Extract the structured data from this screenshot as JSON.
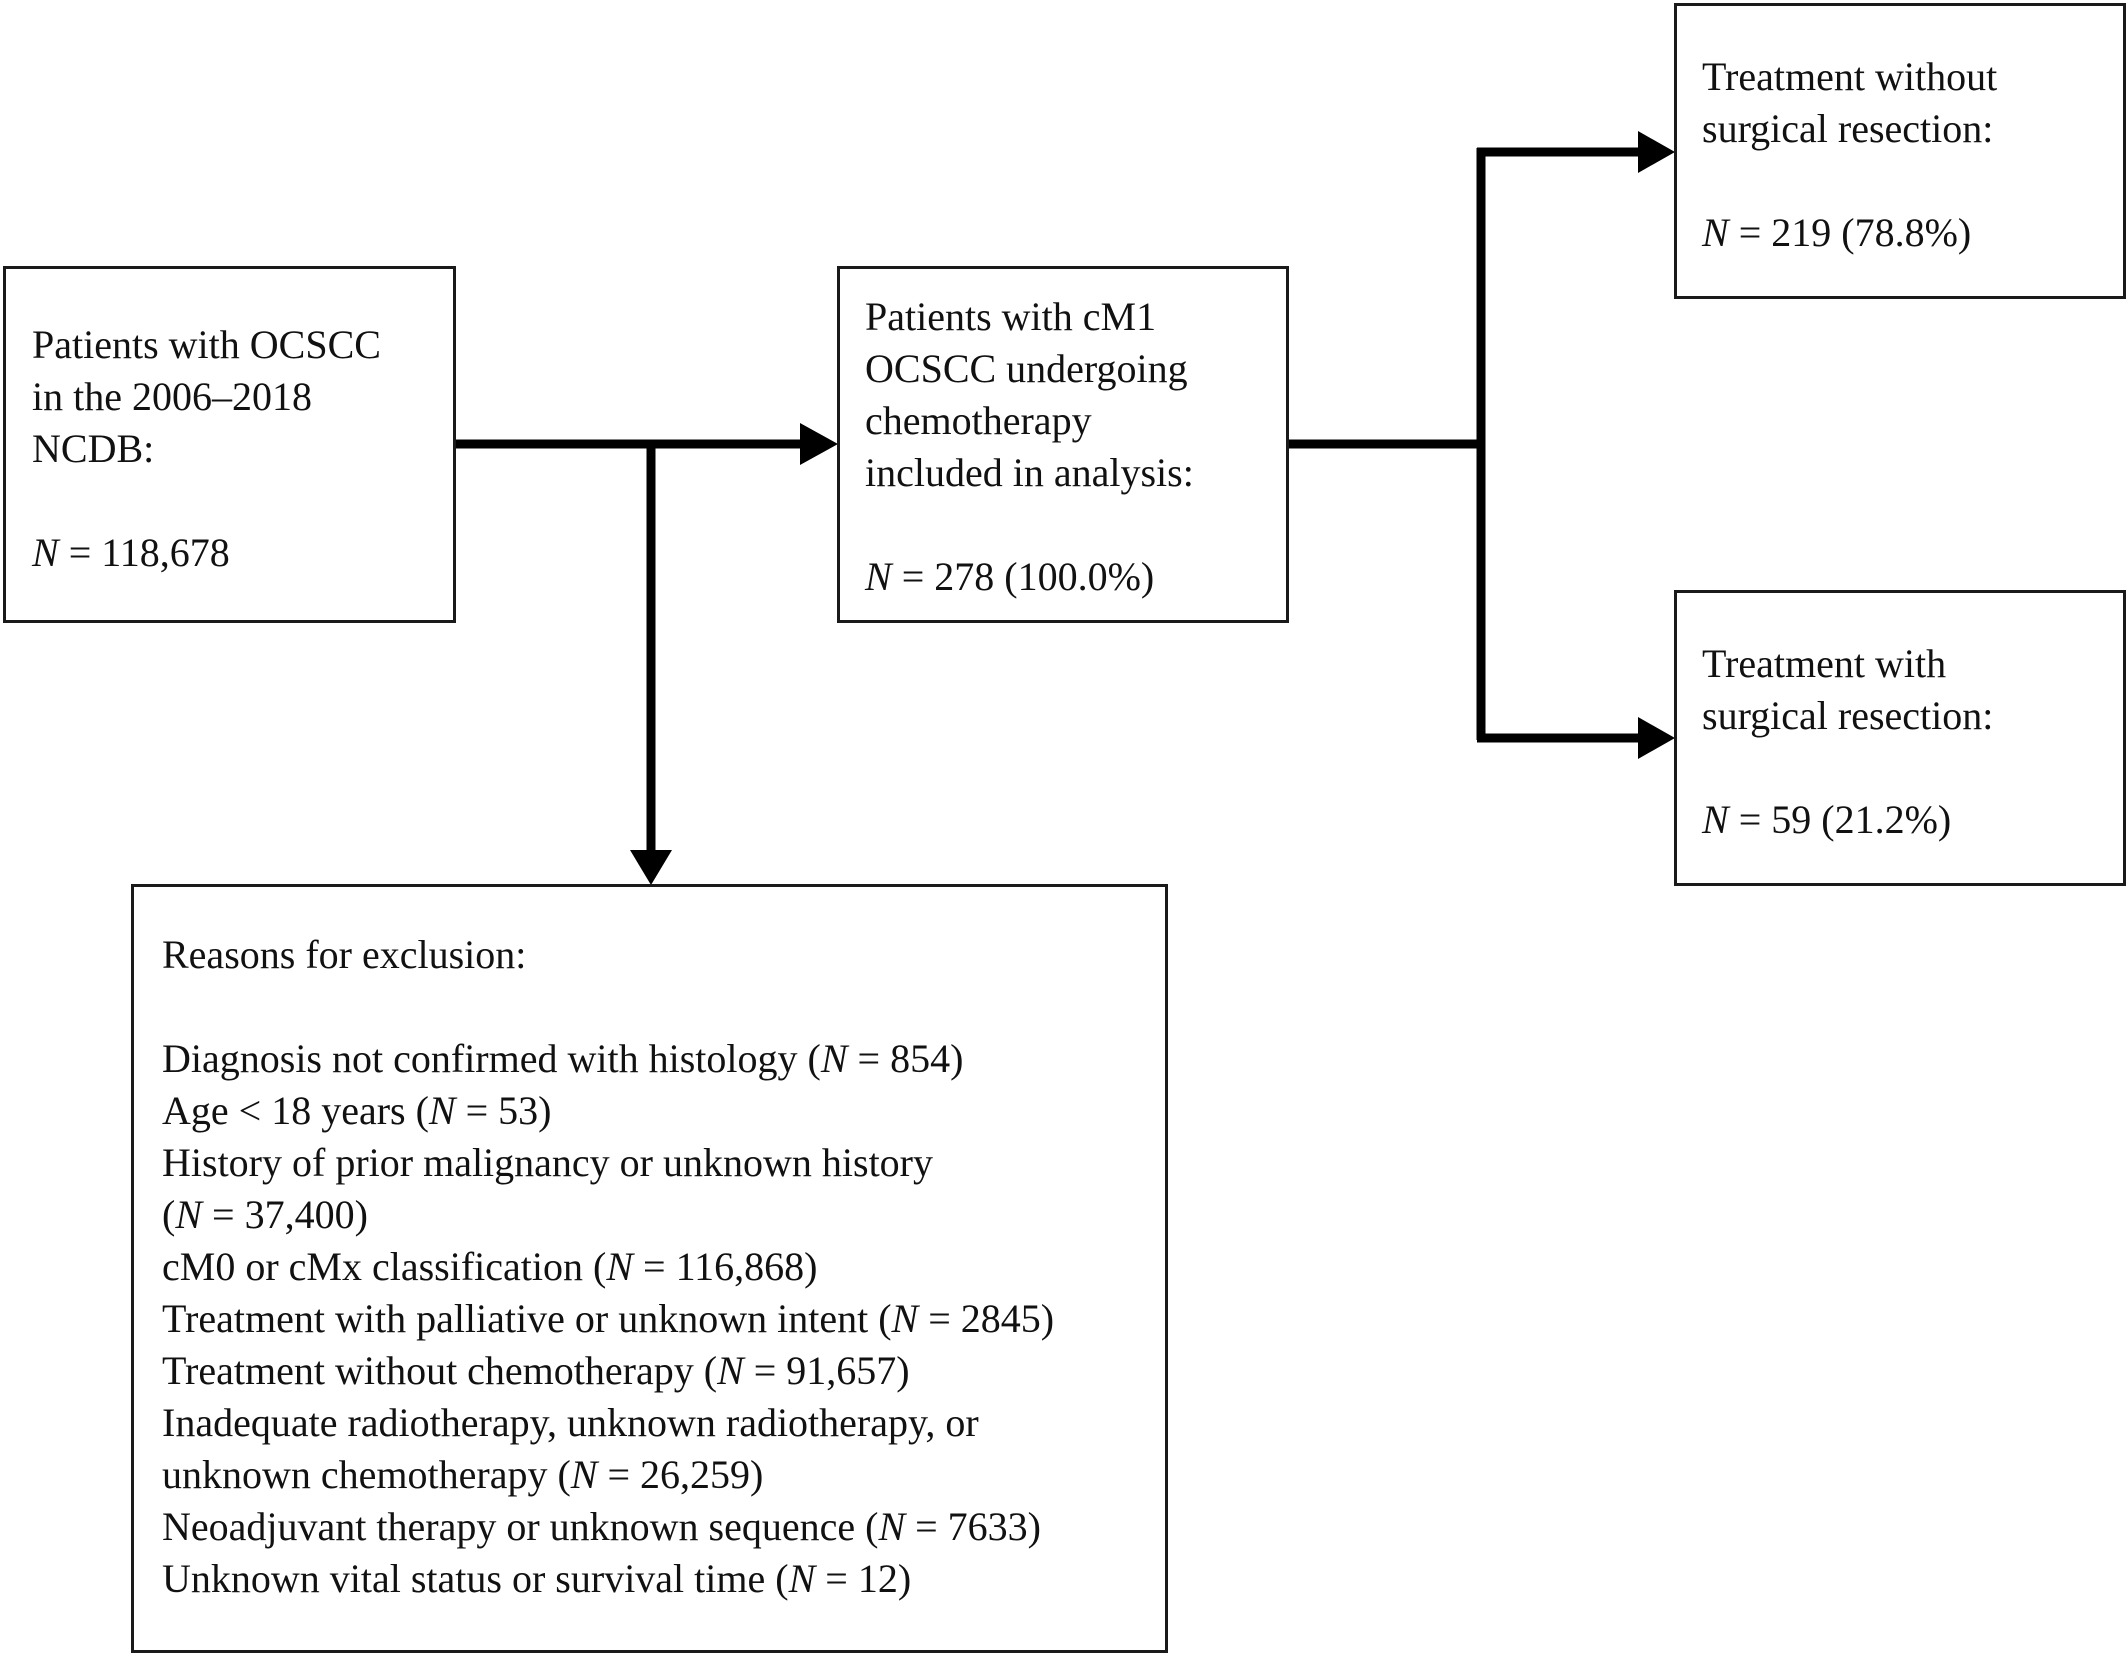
{
  "boxes": {
    "source": {
      "lines": [
        "Patients with OCSCC",
        "in the 2006–2018",
        "NCDB:"
      ],
      "n_symbol": "N",
      "n_text": " = 118,678"
    },
    "included": {
      "lines": [
        "Patients with cM1",
        "OCSCC undergoing",
        "chemotherapy",
        "included in analysis:"
      ],
      "n_symbol": "N",
      "n_text": " = 278 (100.0%)"
    },
    "no_surgery": {
      "lines": [
        "Treatment without",
        "surgical resection:"
      ],
      "n_symbol": "N",
      "n_text": " = 219 (78.8%)"
    },
    "surgery": {
      "lines": [
        "Treatment with",
        "surgical resection:"
      ],
      "n_symbol": "N",
      "n_text": " = 59 (21.2%)"
    },
    "exclusion": {
      "heading": "Reasons for exclusion:",
      "items": [
        {
          "pre": "Diagnosis not confirmed with histology (",
          "sym": "N",
          "post": " = 854)"
        },
        {
          "pre": "Age < 18 years (",
          "sym": "N",
          "post": " = 53)"
        },
        {
          "pre": "History of prior malignancy or unknown history",
          "sym": "",
          "post": ""
        },
        {
          "pre": "(",
          "sym": "N",
          "post": " = 37,400)"
        },
        {
          "pre": "cM0 or cMx classification (",
          "sym": "N",
          "post": " = 116,868)"
        },
        {
          "pre": "Treatment with palliative or unknown intent (",
          "sym": "N",
          "post": " = 2845)"
        },
        {
          "pre": "Treatment without chemotherapy (",
          "sym": "N",
          "post": " = 91,657)"
        },
        {
          "pre": "Inadequate radiotherapy, unknown radiotherapy, or",
          "sym": "",
          "post": ""
        },
        {
          "pre": "unknown chemotherapy (",
          "sym": "N",
          "post": " = 26,259)"
        },
        {
          "pre": "Neoadjuvant therapy or unknown sequence (",
          "sym": "N",
          "post": " = 7633)"
        },
        {
          "pre": "Unknown vital status or survival time (",
          "sym": "N",
          "post": " = 12)"
        }
      ]
    }
  },
  "colors": {
    "line": "#000000",
    "border": "#1a1a1a",
    "text": "#111111"
  }
}
